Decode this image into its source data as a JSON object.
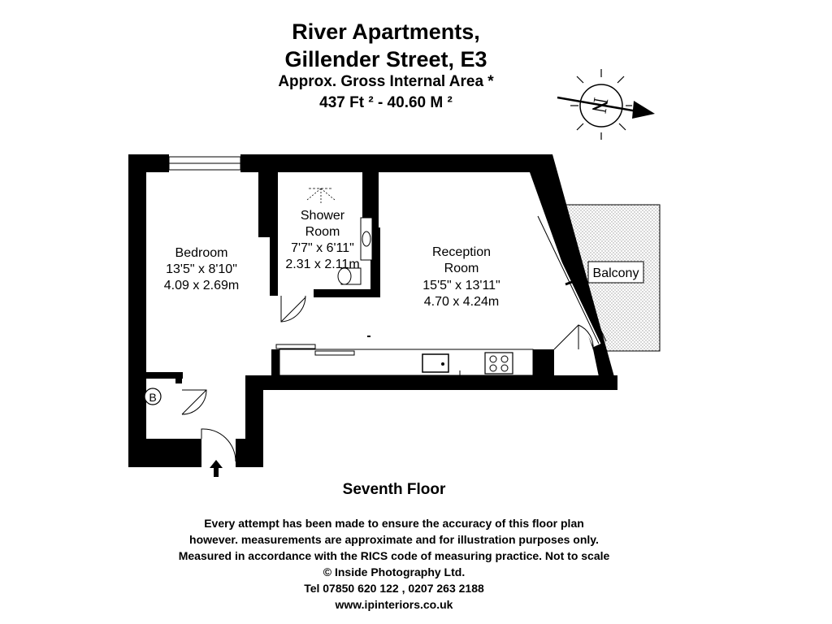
{
  "header": {
    "line1": "River Apartments,",
    "line2": "Gillender Street, E3",
    "line3": "Approx. Gross Internal Area *",
    "line4": "437 Ft ² - 40.60 M ²"
  },
  "compass": {
    "letter": "N",
    "icon": "compass-arrow-icon"
  },
  "rooms": {
    "bedroom": {
      "name": "Bedroom",
      "imperial": "13'5\" x 8'10\"",
      "metric": "4.09 x 2.69m"
    },
    "shower": {
      "name1": "Shower",
      "name2": "Room",
      "imperial": "7'7\" x 6'11\"",
      "metric": "2.31 x 2.11m"
    },
    "reception": {
      "name1": "Reception",
      "name2": "Room",
      "imperial": "15'5\" x 13'11\"",
      "metric": "4.70 x 4.24m"
    },
    "balcony": {
      "name": "Balcony"
    },
    "boiler": {
      "label": "B"
    }
  },
  "floor_label": "Seventh Floor",
  "footer": {
    "line1": "Every attempt has been made to ensure the accuracy of this floor plan",
    "line2": "however. measurements are approximate and for illustration purposes only.",
    "line3": "Measured in accordance with the RICS code of measuring practice. Not to scale",
    "line4": "© Inside Photography Ltd.",
    "line5": "Tel 07850 620 122 , 0207 263 2188",
    "line6": "www.ipinteriors.co.uk"
  },
  "colors": {
    "wall": "#000000",
    "balcony_hatch": "#999999",
    "text": "#000000"
  }
}
